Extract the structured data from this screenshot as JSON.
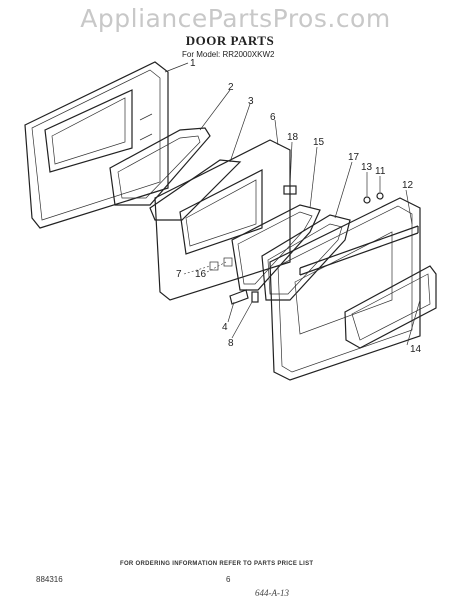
{
  "watermark": "AppliancePartsPros.com",
  "title": "DOOR PARTS",
  "model": "For Model: RR2000XKW2",
  "footer": "FOR ORDERING INFORMATION REFER TO PARTS PRICE LIST",
  "doc_number": "884316",
  "page_number": "6",
  "handwritten": "644-A-13",
  "callouts": [
    "1",
    "2",
    "3",
    "6",
    "18",
    "15",
    "17",
    "13",
    "11",
    "12",
    "7",
    "16",
    "4",
    "8",
    "14"
  ]
}
